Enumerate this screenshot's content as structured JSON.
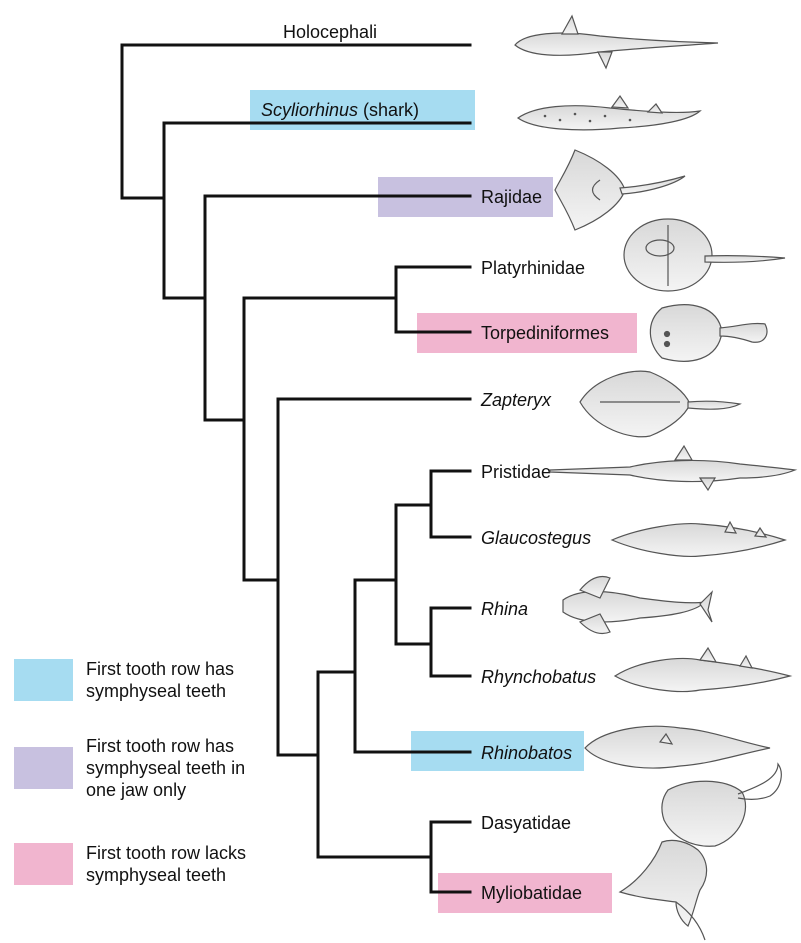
{
  "colors": {
    "blue": "#a6dcf1",
    "purple": "#c8c1e0",
    "pink": "#f1b5cf",
    "branch": "#111111"
  },
  "taxa": [
    {
      "id": "holocephali",
      "label": "Holocephali",
      "italic": false,
      "highlight": "none"
    },
    {
      "id": "scyliorhinus",
      "label": "Scyliorhinus",
      "suffix": " (shark)",
      "italic": true,
      "highlight": "blue"
    },
    {
      "id": "rajidae",
      "label": "Rajidae",
      "italic": false,
      "highlight": "purple"
    },
    {
      "id": "platyrhinidae",
      "label": "Platyrhinidae",
      "italic": false,
      "highlight": "none"
    },
    {
      "id": "torpediniformes",
      "label": "Torpediniformes",
      "italic": false,
      "highlight": "pink"
    },
    {
      "id": "zapteryx",
      "label": "Zapteryx",
      "italic": true,
      "highlight": "none"
    },
    {
      "id": "pristidae",
      "label": "Pristidae",
      "italic": false,
      "highlight": "none"
    },
    {
      "id": "glaucostegus",
      "label": "Glaucostegus",
      "italic": true,
      "highlight": "none"
    },
    {
      "id": "rhina",
      "label": "Rhina",
      "italic": true,
      "highlight": "none"
    },
    {
      "id": "rhynchobatus",
      "label": "Rhynchobatus",
      "italic": true,
      "highlight": "none"
    },
    {
      "id": "rhinobatos",
      "label": "Rhinobatos",
      "italic": true,
      "highlight": "blue"
    },
    {
      "id": "dasyatidae",
      "label": "Dasyatidae",
      "italic": false,
      "highlight": "none"
    },
    {
      "id": "myliobatidae",
      "label": "Myliobatidae",
      "italic": false,
      "highlight": "pink"
    }
  ],
  "legend": [
    {
      "id": "blue",
      "text": "First tooth row has\nsymphyseal teeth"
    },
    {
      "id": "purple",
      "text": "First tooth row has\nsymphyseal teeth in\none jaw only"
    },
    {
      "id": "pink",
      "text": "First tooth row lacks\nsymphyseal teeth"
    }
  ]
}
